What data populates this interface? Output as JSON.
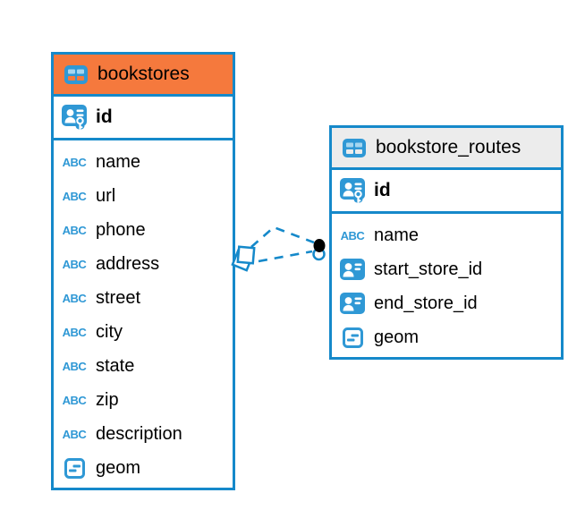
{
  "diagram": {
    "tables": [
      {
        "title": "bookstores",
        "header_icon": "table-icon",
        "header_color": "#f5793d",
        "primary_key": {
          "name": "id",
          "icon": "primary-key"
        },
        "fields": [
          {
            "name": "name",
            "icon": "text"
          },
          {
            "name": "url",
            "icon": "text"
          },
          {
            "name": "phone",
            "icon": "text"
          },
          {
            "name": "address",
            "icon": "text"
          },
          {
            "name": "street",
            "icon": "text"
          },
          {
            "name": "city",
            "icon": "text"
          },
          {
            "name": "state",
            "icon": "text"
          },
          {
            "name": "zip",
            "icon": "text"
          },
          {
            "name": "description",
            "icon": "text"
          },
          {
            "name": "geom",
            "icon": "geometry"
          }
        ]
      },
      {
        "title": "bookstore_routes",
        "header_icon": "table-icon",
        "header_color": "#ececec",
        "primary_key": {
          "name": "id",
          "icon": "primary-key"
        },
        "fields": [
          {
            "name": "name",
            "icon": "text"
          },
          {
            "name": "start_store_id",
            "icon": "foreign-key"
          },
          {
            "name": "end_store_id",
            "icon": "foreign-key"
          },
          {
            "name": "geom",
            "icon": "geometry"
          }
        ]
      }
    ],
    "relationship": {
      "from_table": "bookstores",
      "to_table": "bookstore_routes",
      "line_style": "dashed",
      "line_count": 2,
      "source_marker": "stacked-diamond",
      "target_marker": "stacked-dot"
    },
    "colors": {
      "accent_blue": "#1589ca",
      "icon_blue": "#2f98d5",
      "header_orange": "#f5793d",
      "header_gray": "#ececec",
      "marker_dot": "#000000",
      "text": "#000000"
    }
  }
}
